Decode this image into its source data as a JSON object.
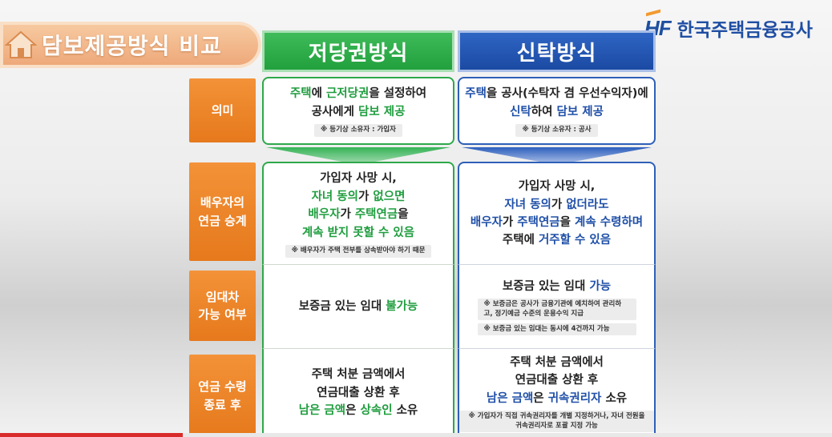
{
  "title": "담보제공방식 비교",
  "logo": {
    "mark": "HF",
    "name": "한국주택금융공사"
  },
  "columns": {
    "left": "저당권방식",
    "right": "신탁방식"
  },
  "rows": [
    {
      "label": "의미",
      "left": {
        "lines": [
          [
            {
              "t": "주택",
              "c": "g"
            },
            {
              "t": "에 "
            },
            {
              "t": "근저당권",
              "c": "g"
            },
            {
              "t": "을 설정하여"
            }
          ],
          [
            {
              "t": "공사에게 "
            },
            {
              "t": "담보 제공",
              "c": "g"
            }
          ]
        ],
        "note": "※ 등기상 소유자 : 가입자"
      },
      "right": {
        "lines": [
          [
            {
              "t": "주택",
              "c": "b"
            },
            {
              "t": "을 공사(수탁자 겸 우선수익자)에"
            }
          ],
          [
            {
              "t": "신탁",
              "c": "b"
            },
            {
              "t": "하여 "
            },
            {
              "t": "담보 제공",
              "c": "b"
            }
          ]
        ],
        "note": "※ 등기상 소유자 : 공사"
      }
    },
    {
      "label": "배우자의\n연금 승계",
      "left": {
        "lines": [
          [
            {
              "t": "가입자 사망 시,"
            }
          ],
          [
            {
              "t": "자녀 동의",
              "c": "g"
            },
            {
              "t": "가 "
            },
            {
              "t": "없으면",
              "c": "g"
            }
          ],
          [
            {
              "t": "배우자",
              "c": "g"
            },
            {
              "t": "가 "
            },
            {
              "t": "주택연금",
              "c": "g"
            },
            {
              "t": "을"
            }
          ],
          [
            {
              "t": "계속 받지 못할 수 있음",
              "c": "g"
            }
          ]
        ],
        "note": "※ 배우자가 주택 전부를 상속받아야 하기 때문"
      },
      "right": {
        "lines": [
          [
            {
              "t": "가입자 사망 시,"
            }
          ],
          [
            {
              "t": "자녀 동의",
              "c": "b"
            },
            {
              "t": "가 "
            },
            {
              "t": "없더라도",
              "c": "b"
            }
          ],
          [
            {
              "t": "배우자",
              "c": "b"
            },
            {
              "t": "가 "
            },
            {
              "t": "주택연금",
              "c": "b"
            },
            {
              "t": "을 "
            },
            {
              "t": "계속 수령하며",
              "c": "b"
            }
          ],
          [
            {
              "t": "주택에 "
            },
            {
              "t": "거주할 수 있음",
              "c": "b"
            }
          ]
        ]
      }
    },
    {
      "label": "임대차\n가능 여부",
      "left": {
        "lines": [
          [
            {
              "t": "보증금 있는 임대 "
            },
            {
              "t": "불가능",
              "c": "g"
            }
          ]
        ]
      },
      "right": {
        "lines": [
          [
            {
              "t": "보증금 있는 임대 "
            },
            {
              "t": "가능",
              "c": "b"
            }
          ]
        ],
        "notes": [
          "※ 보증금은 공사가 금융기관에 예치하여 관리하고, 정기예금 수준의 운용수익 지급",
          "※ 보증금 있는 임대는 동시에 4건까지 가능"
        ]
      }
    },
    {
      "label": "연금 수령\n종료 후",
      "left": {
        "lines": [
          [
            {
              "t": "주택 처분 금액에서"
            }
          ],
          [
            {
              "t": "연금대출 상환 후"
            }
          ],
          [
            {
              "t": "남은 금액",
              "c": "g"
            },
            {
              "t": "은 "
            },
            {
              "t": "상속인",
              "c": "g"
            },
            {
              "t": " 소유"
            }
          ]
        ]
      },
      "right": {
        "lines": [
          [
            {
              "t": "주택 처분 금액에서"
            }
          ],
          [
            {
              "t": "연금대출 상환 후"
            }
          ],
          [
            {
              "t": "남은 금액",
              "c": "b"
            },
            {
              "t": "은 "
            },
            {
              "t": "귀속권리자",
              "c": "b"
            },
            {
              "t": " 소유"
            }
          ]
        ],
        "note": "※ 가입자가 직접 귀속권리자를 개별 지정하거나, 자녀 전원을 귀속권리자로 포괄 지정 가능"
      }
    }
  ]
}
